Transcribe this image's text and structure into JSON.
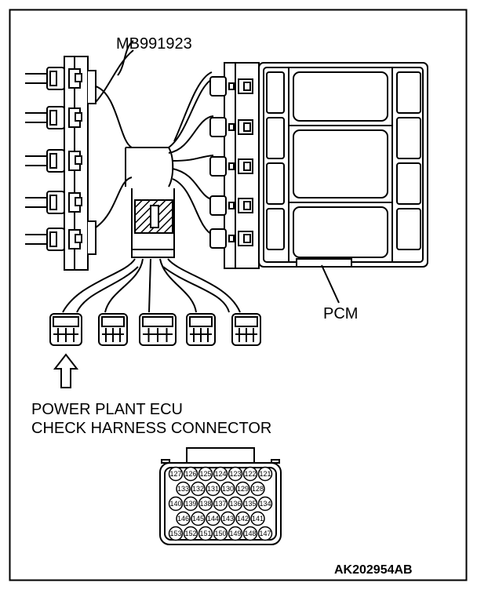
{
  "labels": {
    "tool_name": "MB991923",
    "pcm": "PCM",
    "connector_title_line1": "POWER PLANT ECU",
    "connector_title_line2": "CHECK HARNESS CONNECTOR",
    "figure_code": "AK202954AB"
  },
  "connector_pins": {
    "rows": [
      [
        "127",
        "126",
        "125",
        "124",
        "123",
        "122",
        "121"
      ],
      [
        "133",
        "132",
        "131",
        "130",
        "129",
        "128"
      ],
      [
        "140",
        "139",
        "138",
        "137",
        "136",
        "135",
        "134"
      ],
      [
        "146",
        "145",
        "144",
        "143",
        "142",
        "141"
      ],
      [
        "153",
        "152",
        "151",
        "150",
        "149",
        "148",
        "147"
      ]
    ]
  },
  "colors": {
    "line": "#000000",
    "background": "#ffffff",
    "hatch": "#000000"
  }
}
